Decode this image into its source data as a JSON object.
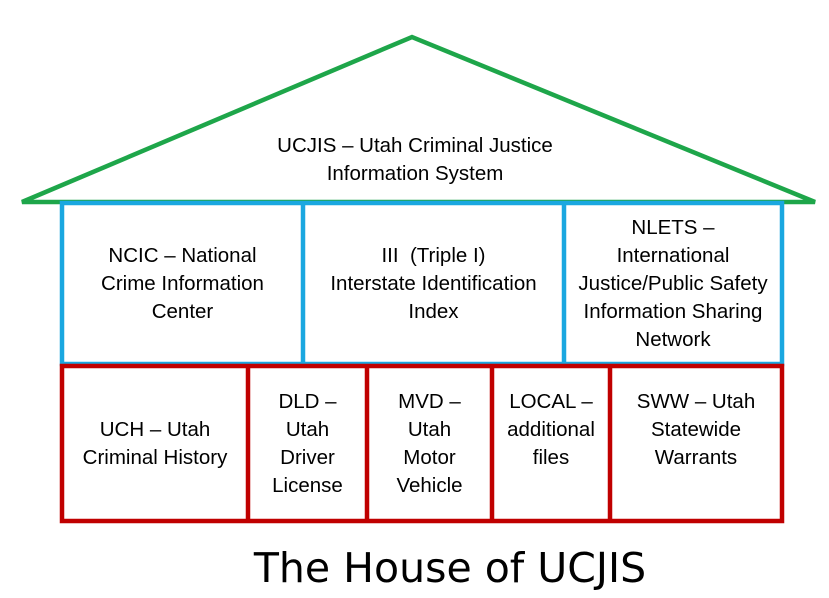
{
  "colors": {
    "roof": "#1ea64a",
    "middle_tier": "#1aa7e0",
    "bottom_tier": "#c00000",
    "text": "#000000",
    "background": "#ffffff"
  },
  "roof": {
    "lines": [
      "UCJIS – Utah Criminal Justice",
      "Information System"
    ]
  },
  "middle": [
    {
      "lines": [
        "NCIC – National",
        "Crime Information",
        "Center"
      ]
    },
    {
      "lines": [
        "III  (Triple I)",
        "Interstate Identification",
        "Index"
      ]
    },
    {
      "lines": [
        "NLETS –",
        "International",
        "Justice/Public Safety",
        "Information Sharing",
        "Network"
      ]
    }
  ],
  "bottom": [
    {
      "lines": [
        "UCH – Utah",
        "Criminal History"
      ]
    },
    {
      "lines": [
        "DLD –",
        "Utah",
        "Driver",
        "License"
      ]
    },
    {
      "lines": [
        "MVD –",
        "Utah",
        "Motor",
        "Vehicle"
      ]
    },
    {
      "lines": [
        "LOCAL –",
        "additional",
        "files"
      ]
    },
    {
      "lines": [
        "SWW – Utah",
        "Statewide",
        "Warrants"
      ]
    }
  ],
  "title": "The House of UCJIS"
}
